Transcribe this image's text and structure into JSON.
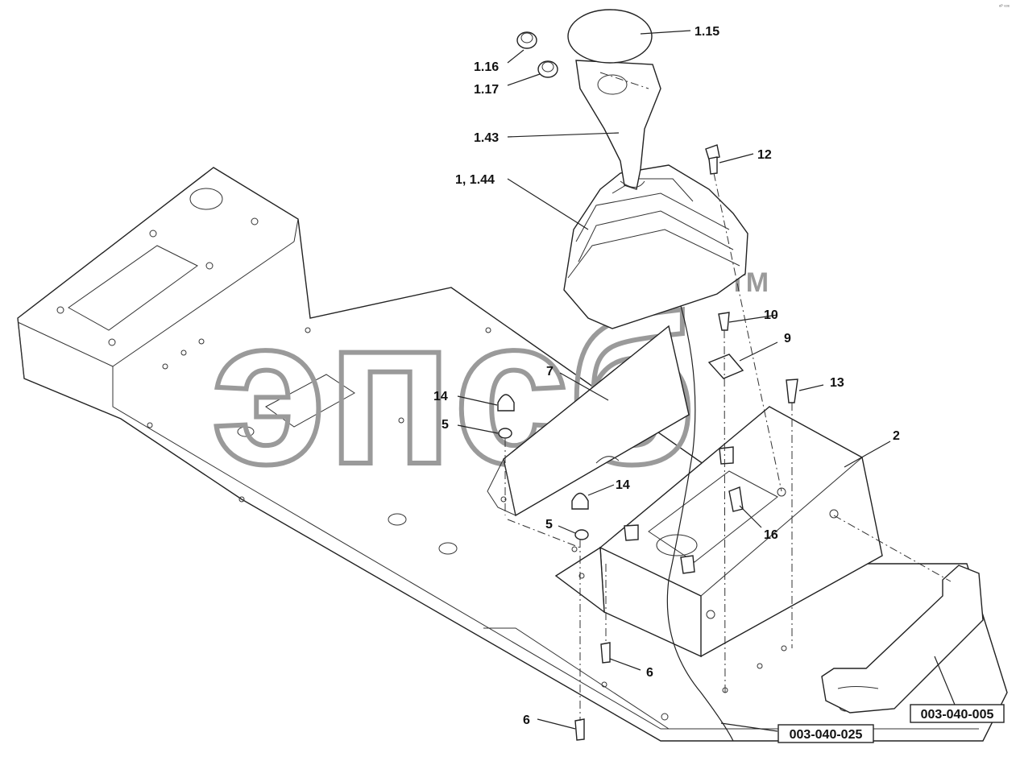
{
  "labels": {
    "l_1_15": "1.15",
    "l_1_16": "1.16",
    "l_1_17": "1.17",
    "l_1_43": "1.43",
    "l_1_1_44": "1, 1.44",
    "l_12": "12",
    "l_10": "10",
    "l_9": "9",
    "l_13": "13",
    "l_7": "7",
    "l_14a": "14",
    "l_5a": "5",
    "l_14b": "14",
    "l_5b": "5",
    "l_2": "2",
    "l_16": "16",
    "l_6a": "6",
    "l_6b": "6"
  },
  "references": {
    "ref_right": "003-040-005",
    "ref_bottom": "003-040-025"
  },
  "watermark": {
    "text": "эпсб",
    "tm": "TM"
  },
  "corner_mark": "ᵉᴾ ᵉᵒᵉ"
}
